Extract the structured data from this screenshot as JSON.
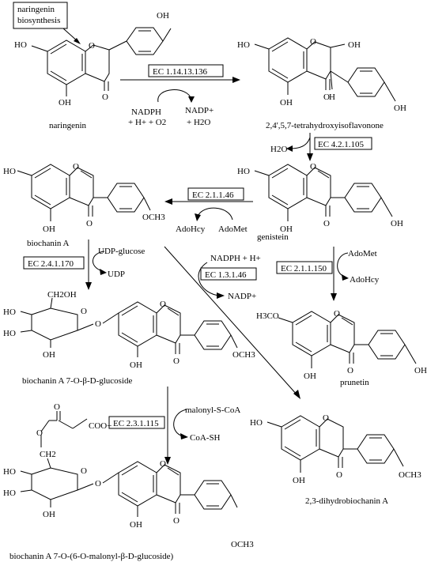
{
  "labels": {
    "naringenin_biosynthesis_1": "naringenin",
    "naringenin_biosynthesis_2": "biosynthesis",
    "naringenin": "naringenin",
    "tetrahydroxy": "2,4',5,7-tetrahydroxyisoflavonone",
    "biochanin_a": "biochanin A",
    "genistein": "genistein",
    "prunetin": "prunetin",
    "glucoside": "biochanin A 7-O-β-D-glucoside",
    "malonyl_glucoside": "biochanin A 7-O-(6-O-malonyl-β-D-glucoside)",
    "dihydro": "2,3-dihydrobiochanin A"
  },
  "enzymes": {
    "ec1": "EC 1.14.13.136",
    "ec2": "EC 4.2.1.105",
    "ec3": "EC 2.1.1.46",
    "ec4": "EC 2.4.1.170",
    "ec5": "EC 1.3.1.46",
    "ec6": "EC 2.1.1.150",
    "ec7": "EC 2.3.1.115"
  },
  "cofactors": {
    "nadph": "NADPH",
    "h_o2": "+ H+ + O2",
    "nadp": "NADP+",
    "h2o_plus": "+ H2O",
    "h2o": "H2O",
    "adohcy_1": "AdoHcy",
    "adomet_1": "AdoMet",
    "udp_glucose": "UDP-glucose",
    "udp": "UDP",
    "nadph_h": "NADPH + H+",
    "nadp_2": "NADP+",
    "adomet_2": "AdoMet",
    "adohcy_2": "AdoHcy",
    "malonyl_coa": "malonyl-S-CoA",
    "coa_sh": "CoA-SH"
  },
  "atoms": {
    "OH": "OH",
    "HO": "HO",
    "O": "O",
    "H": "H",
    "OCH3": "OCH3",
    "H3CO": "H3CO",
    "CH2OH": "CH2OH",
    "COO": "COO−",
    "CH2": "CH2"
  }
}
